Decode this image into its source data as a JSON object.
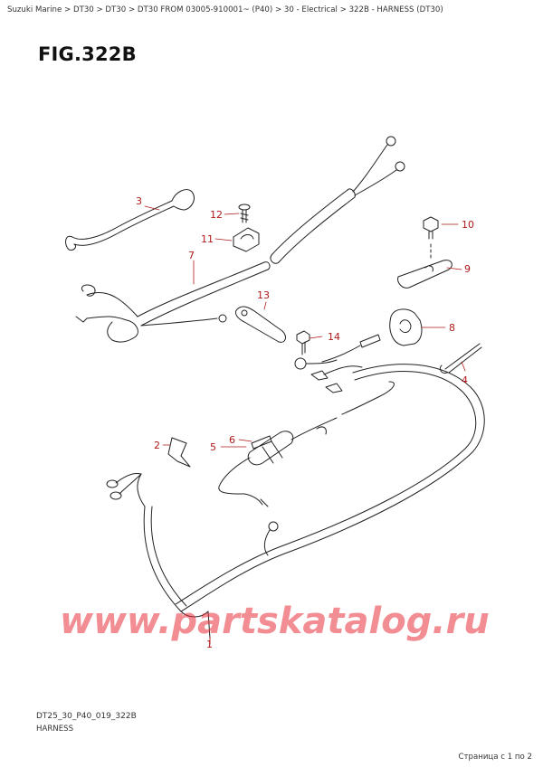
{
  "breadcrumb": "Suzuki Marine > DT30 > DT30 > DT30 FROM 03005-910001~ (P40) > 30 - Electrical > 322B - HARNESS (DT30)",
  "figure_title": "FIG.322B",
  "callouts": {
    "c1": "1",
    "c2": "2",
    "c3": "3",
    "c4": "4",
    "c5": "5",
    "c6": "6",
    "c7": "7",
    "c8": "8",
    "c9": "9",
    "c10": "10",
    "c11": "11",
    "c12": "12",
    "c13": "13",
    "c14": "14"
  },
  "watermark": "www.partskatalog.ru",
  "footer": {
    "code": "DT25_30_P40_019_322B",
    "name": "HARNESS"
  },
  "pager": "Страница с 1 по 2",
  "colors": {
    "callout": "#b01818",
    "watermark": "#e8303a",
    "line": "#222222"
  }
}
